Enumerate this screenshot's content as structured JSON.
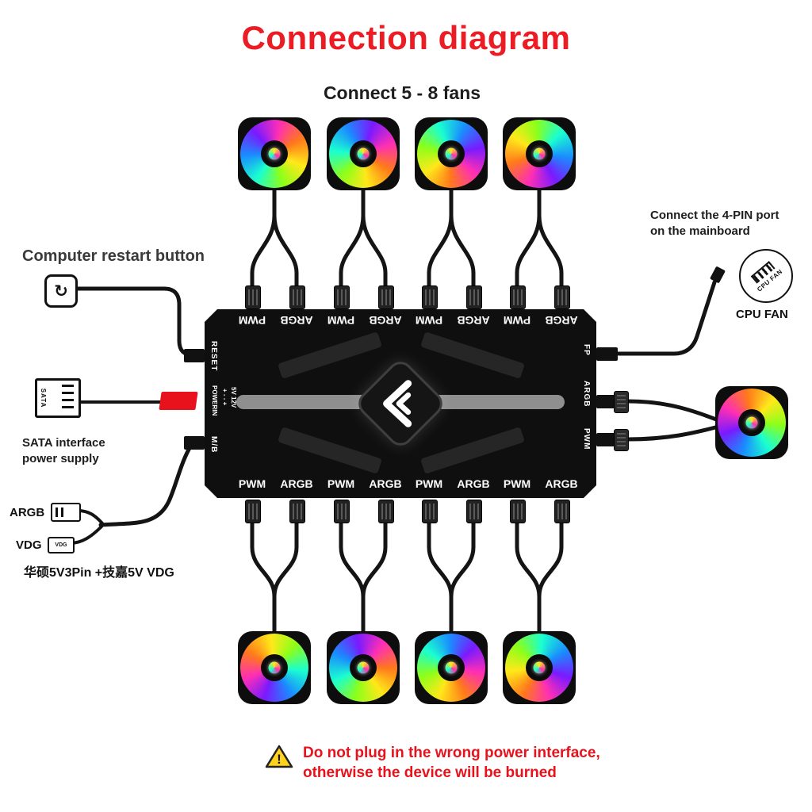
{
  "title": "Connection diagram",
  "subtitle": "Connect 5 - 8 fans",
  "left_panel": {
    "restart_caption": "Computer restart button",
    "restart_glyph": "↻",
    "sata_connector_text": "SATA",
    "sata_caption_line1": "SATA interface",
    "sata_caption_line2": "power supply",
    "argb_label": "ARGB",
    "vdg_label": "VDG",
    "vdg_chip_text": "VDG",
    "compat_note": "华硕5V3Pin +技嘉5V VDG"
  },
  "controller": {
    "top_ports": [
      "PWM",
      "ARGB",
      "PWM",
      "ARGB",
      "PWM",
      "ARGB",
      "PWM",
      "ARGB"
    ],
    "bottom_ports": [
      "PWM",
      "ARGB",
      "PWM",
      "ARGB",
      "PWM",
      "ARGB",
      "PWM",
      "ARGB"
    ],
    "reset_label": "RESET",
    "powerin_label": "POWERIN",
    "powerin_pins": "+ - - +",
    "powerin_volts": "5V 12V",
    "mb_label": "M/B",
    "fp_label": "FP",
    "argb_label": "ARGB",
    "pwm_label": "PWM"
  },
  "right_panel": {
    "mainboard_caption_line1": "Connect the 4-PIN port",
    "mainboard_caption_line2": "on the mainboard",
    "cpu_fan_icon_text": "CPU FAN",
    "cpu_fan_label": "CPU FAN"
  },
  "warning": {
    "icon_glyph": "!",
    "line1": "Do not plug in the wrong power interface,",
    "line2": "otherwise the device will be burned"
  },
  "colors": {
    "title_red": "#ec1c24",
    "warning_red": "#e8121c",
    "power_port_red": "#e8121c",
    "text_dark": "#1d1d1d",
    "controller_black": "#0f0f0f"
  }
}
